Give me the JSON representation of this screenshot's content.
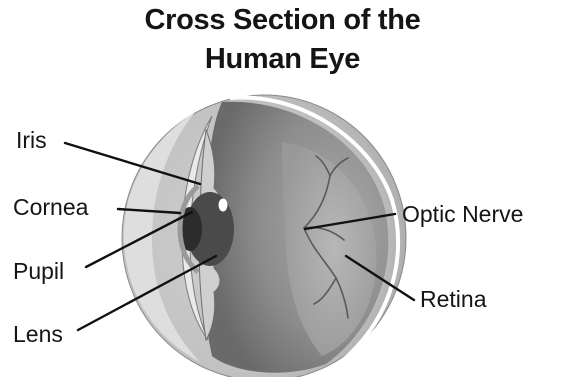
{
  "diagram": {
    "title_line_1": "Cross Section of the",
    "title_line_2": "Human Eye",
    "labels": {
      "iris": "Iris",
      "cornea": "Cornea",
      "pupil": "Pupil",
      "lens": "Lens",
      "optic_nerve": "Optic Nerve",
      "retina": "Retina"
    }
  }
}
